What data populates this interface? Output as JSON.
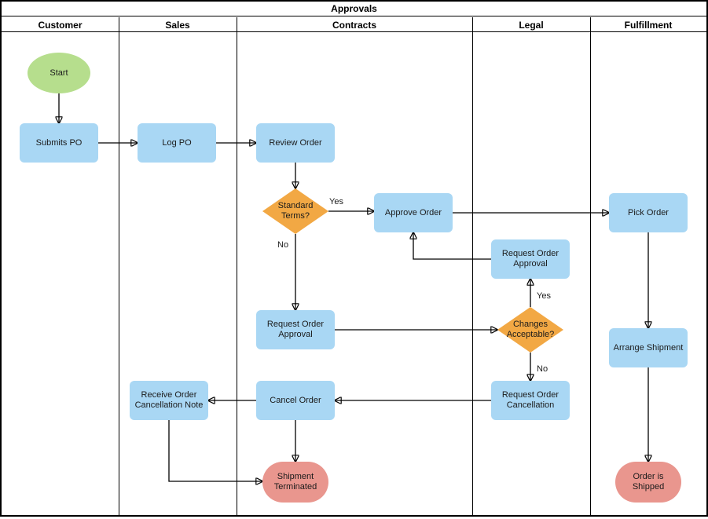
{
  "diagram": {
    "title": "Approvals",
    "type": "swimlane-flowchart",
    "lanes": [
      {
        "label": "Customer"
      },
      {
        "label": "Sales"
      },
      {
        "label": "Contracts"
      },
      {
        "label": "Legal"
      },
      {
        "label": "Fulfillment"
      }
    ],
    "nodes": {
      "start": {
        "label": "Start",
        "type": "start",
        "lane": "Customer"
      },
      "submits_po": {
        "label": "Submits PO",
        "type": "process",
        "lane": "Customer"
      },
      "log_po": {
        "label": "Log PO",
        "type": "process",
        "lane": "Sales"
      },
      "review_order": {
        "label": "Review Order",
        "type": "process",
        "lane": "Contracts"
      },
      "standard_terms": {
        "label": "Standard Terms?",
        "type": "decision",
        "lane": "Contracts"
      },
      "approve_order": {
        "label": "Approve Order",
        "type": "process",
        "lane": "Contracts"
      },
      "request_order_approval_contracts": {
        "label": "Request Order Approval",
        "type": "process",
        "lane": "Contracts"
      },
      "cancel_order": {
        "label": "Cancel Order",
        "type": "process",
        "lane": "Contracts"
      },
      "shipment_terminated": {
        "label": "Shipment Terminated",
        "type": "terminal",
        "lane": "Contracts"
      },
      "receive_order_cancellation_note": {
        "label": "Receive Order Cancellation Note",
        "type": "process",
        "lane": "Sales"
      },
      "request_order_approval_legal": {
        "label": "Request Order Approval",
        "type": "process",
        "lane": "Legal"
      },
      "changes_acceptable": {
        "label": "Changes Acceptable?",
        "type": "decision",
        "lane": "Legal"
      },
      "request_order_cancellation": {
        "label": "Request Order Cancellation",
        "type": "process",
        "lane": "Legal"
      },
      "pick_order": {
        "label": "Pick Order",
        "type": "process",
        "lane": "Fulfillment"
      },
      "arrange_shipment": {
        "label": "Arrange Shipment",
        "type": "process",
        "lane": "Fulfillment"
      },
      "order_is_shipped": {
        "label": "Order is Shipped",
        "type": "terminal",
        "lane": "Fulfillment"
      }
    },
    "edges": [
      {
        "from": "start",
        "to": "submits_po",
        "label": ""
      },
      {
        "from": "submits_po",
        "to": "log_po",
        "label": ""
      },
      {
        "from": "log_po",
        "to": "review_order",
        "label": ""
      },
      {
        "from": "review_order",
        "to": "standard_terms",
        "label": ""
      },
      {
        "from": "standard_terms",
        "to": "approve_order",
        "label": "Yes"
      },
      {
        "from": "standard_terms",
        "to": "request_order_approval_contracts",
        "label": "No"
      },
      {
        "from": "approve_order",
        "to": "pick_order",
        "label": ""
      },
      {
        "from": "request_order_approval_legal",
        "to": "approve_order",
        "label": ""
      },
      {
        "from": "request_order_approval_contracts",
        "to": "changes_acceptable",
        "label": ""
      },
      {
        "from": "changes_acceptable",
        "to": "request_order_approval_legal",
        "label": "Yes"
      },
      {
        "from": "changes_acceptable",
        "to": "request_order_cancellation",
        "label": "No"
      },
      {
        "from": "request_order_cancellation",
        "to": "cancel_order",
        "label": ""
      },
      {
        "from": "cancel_order",
        "to": "receive_order_cancellation_note",
        "label": ""
      },
      {
        "from": "cancel_order",
        "to": "shipment_terminated",
        "label": ""
      },
      {
        "from": "receive_order_cancellation_note",
        "to": "shipment_terminated",
        "label": ""
      },
      {
        "from": "pick_order",
        "to": "arrange_shipment",
        "label": ""
      },
      {
        "from": "arrange_shipment",
        "to": "order_is_shipped",
        "label": ""
      }
    ],
    "colors": {
      "start_fill": "#b6de8d",
      "process_fill": "#a9d7f4",
      "decision_fill": "#f2a844",
      "terminal_fill": "#e9968e",
      "line": "#000000",
      "text": "#1b1b1b",
      "lane_border": "#000000",
      "background": "#ffffff"
    }
  }
}
